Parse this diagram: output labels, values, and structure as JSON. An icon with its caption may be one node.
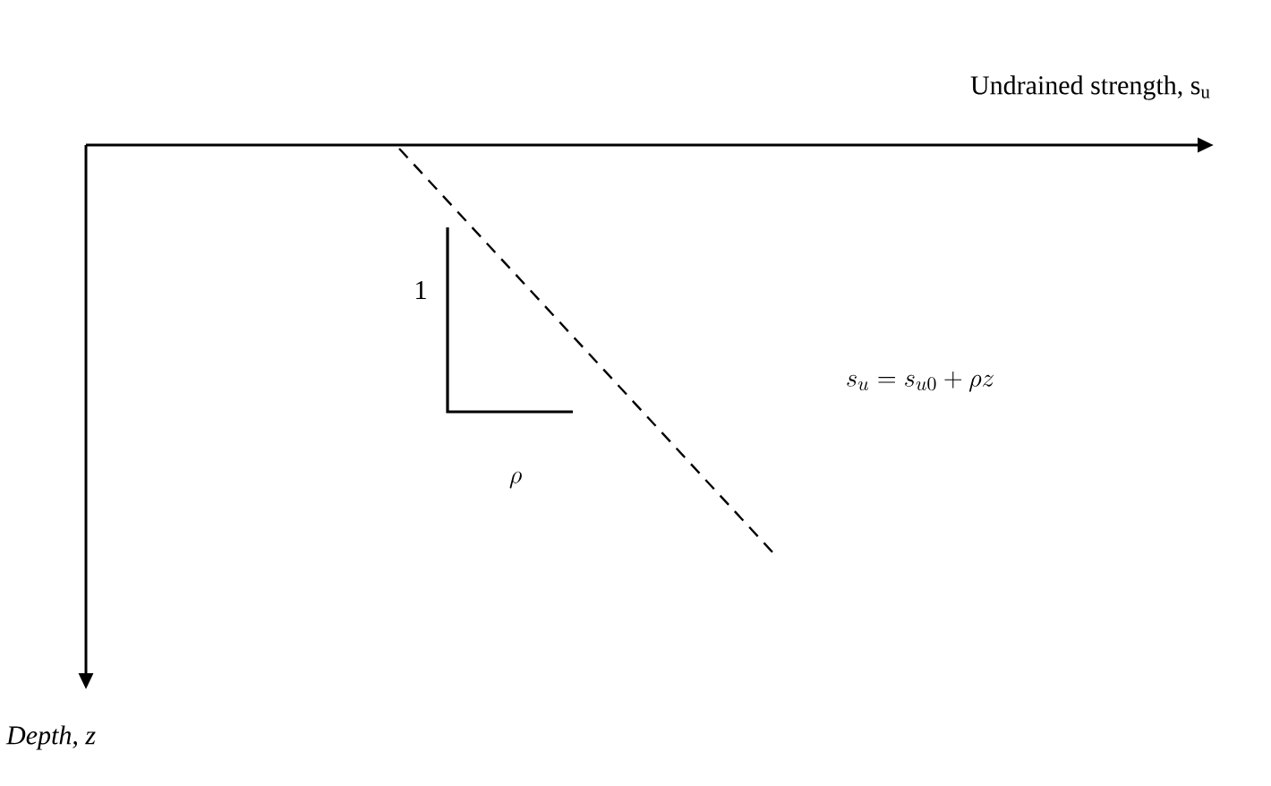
{
  "diagram": {
    "labels": [
      "Undrained strength, s$_{u}$",
      "1",
      "\\rho",
      "s_u = s_{u0} + \\rho z",
      "Depth, z"
    ]
  }
}
